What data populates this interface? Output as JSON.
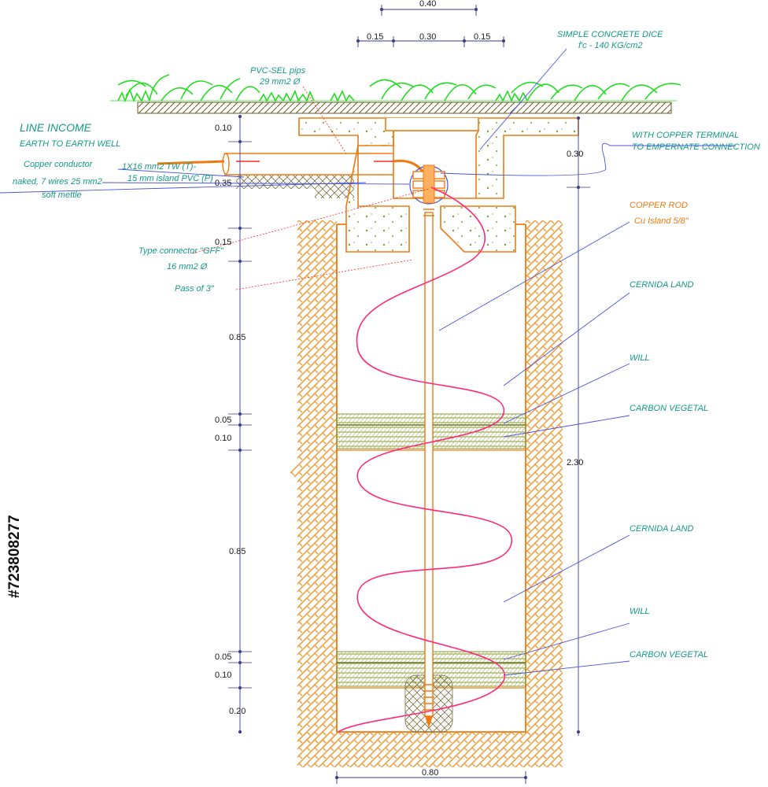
{
  "dimensions": {
    "top_total": "0.40",
    "top_left": "0.15",
    "top_mid": "0.30",
    "top_right": "0.15",
    "left": [
      "0.10",
      "0.35",
      "0.15",
      "0.85",
      "0.05",
      "0.10",
      "0.85",
      "0.05",
      "0.10",
      "0.20"
    ],
    "right_top": "0.30",
    "right_total": "2.30",
    "bottom": "0.80"
  },
  "labels": {
    "line_income": "LINE INCOME",
    "earth_to_earth": "EARTH TO EARTH WELL",
    "pvc_pipe_1": "PVC-SEL pips",
    "pvc_pipe_2": "29 mm2 Ø",
    "concrete_1": "SIMPLE CONCRETE DICE",
    "concrete_2": "f'c - 140 KG/cm2",
    "copper_terminal_1": "WITH COPPER TERMINAL",
    "copper_terminal_2": "TO EMPERNATE CONNECTION",
    "copper_conductor_1": "Copper conductor",
    "copper_conductor_2": "naked, 7 wires 25 mm2",
    "copper_conductor_3": "soft mettle",
    "tw_1": "1X16 mm2 TW (T)-",
    "tw_2": "15 mm island PVC (P)",
    "connector_1": "Type connector \"GFF\"",
    "connector_2": "16 mm2 Ø",
    "pass": "Pass of 3\"",
    "copper_rod_1": "COPPER ROD",
    "copper_rod_2": "Cu Island 5/8\"",
    "cernida_1": "CERNIDA LAND",
    "will_1": "WILL",
    "carbon_1": "CARBON VEGETAL",
    "cernida_2": "CERNIDA LAND",
    "will_2": "WILL",
    "carbon_2": "CARBON VEGETAL"
  },
  "watermark": "#723808277",
  "colors": {
    "soil": "#f0a040",
    "well_outline": "#f07a10",
    "grass": "#22dd22",
    "spiral": "#ff2a7a",
    "teal_text": "#149a86",
    "leader": "#4a55d8",
    "carbon": "#aab840"
  }
}
